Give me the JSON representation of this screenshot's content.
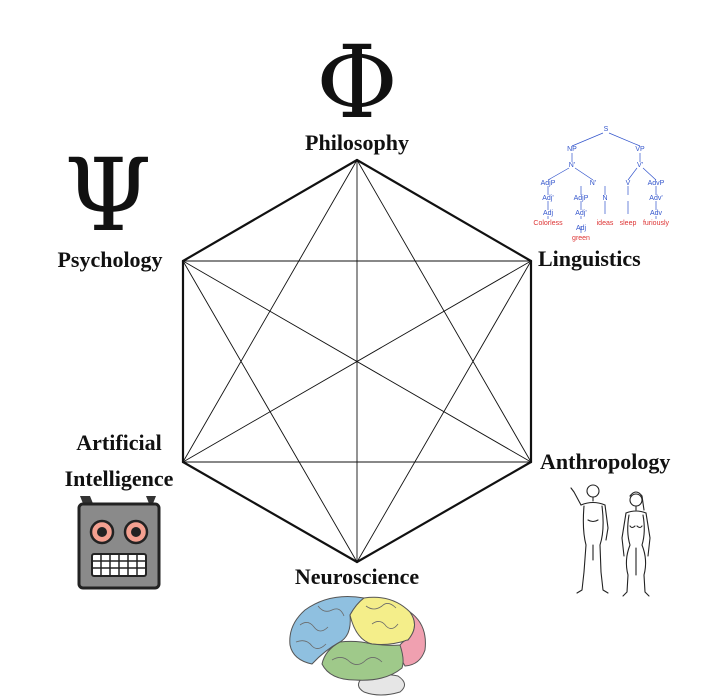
{
  "diagram": {
    "nodes": [
      {
        "id": "philosophy",
        "label": "Philosophy",
        "symbol": "Φ",
        "icon": "phi-symbol-icon"
      },
      {
        "id": "linguistics",
        "label": "Linguistics",
        "icon": "syntax-tree-icon"
      },
      {
        "id": "anthropology",
        "label": "Anthropology",
        "icon": "human-figures-icon"
      },
      {
        "id": "neuroscience",
        "label": "Neuroscience",
        "icon": "brain-icon"
      },
      {
        "id": "ai",
        "label_lines": [
          "Artificial",
          "Intelligence"
        ],
        "icon": "robot-face-icon"
      },
      {
        "id": "psychology",
        "label": "Psychology",
        "symbol": "Ψ",
        "icon": "psi-symbol-icon"
      }
    ],
    "edge_color": "#111111"
  },
  "syntax_tree": {
    "root": "S",
    "phrases": [
      "NP",
      "VP",
      "N'",
      "V'",
      "AdjP",
      "N'",
      "V",
      "AdvP",
      "Adj'",
      "AdjP",
      "N",
      "Adv'",
      "Adj",
      "Adj'",
      "Adv",
      "Adj"
    ],
    "words": [
      "Colorless",
      "green",
      "ideas",
      "sleep",
      "furiously"
    ]
  },
  "brain_colors": {
    "frontal": "#8fc0e0",
    "parietal": "#f4ee8a",
    "temporal": "#9fc98a",
    "occipital": "#f0a0b0",
    "cerebellum": "#e6e6e6"
  },
  "robot_colors": {
    "body": "#8a8a8a",
    "eye_outer": "#f4a090",
    "mouth": "#ffffff"
  }
}
